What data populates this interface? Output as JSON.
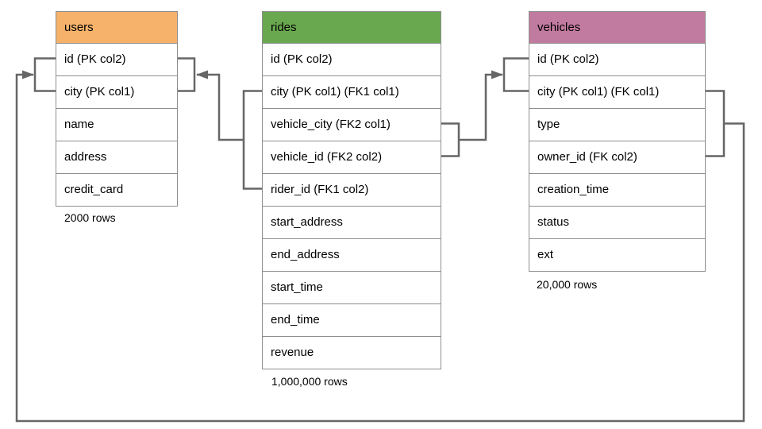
{
  "colors": {
    "users_header": "#f6b26b",
    "rides_header": "#6aa84f",
    "vehicles_header": "#c27ba0",
    "connector": "#666666",
    "table_border": "#8e8e8e",
    "text": "#000000"
  },
  "tables": [
    {
      "name": "users",
      "columns": [
        "id (PK col2)",
        "city (PK col1)",
        "name",
        "address",
        "credit_card"
      ],
      "row_count": "2000 rows"
    },
    {
      "name": "rides",
      "columns": [
        "id (PK col2)",
        "city (PK col1) (FK1 col1)",
        "vehicle_city (FK2 col1)",
        "vehicle_id (FK2 col2)",
        "rider_id (FK1 col2)",
        "start_address",
        "end_address",
        "start_time",
        "end_time",
        "revenue"
      ],
      "row_count": "1,000,000 rows"
    },
    {
      "name": "vehicles",
      "columns": [
        "id (PK col2)",
        "city (PK col1) (FK col1)",
        "type",
        "owner_id (FK col2)",
        "creation_time",
        "status",
        "ext"
      ],
      "row_count": "20,000 rows"
    }
  ],
  "relationships": [
    {
      "label": "FK1",
      "from": "rides (city, rider_id)",
      "to": "users (id, city)"
    },
    {
      "label": "FK2",
      "from": "rides (vehicle_city, vehicle_id)",
      "to": "vehicles (id, city)"
    },
    {
      "label": "FK",
      "from": "vehicles (city, owner_id)",
      "to": "users (id, city)"
    }
  ]
}
